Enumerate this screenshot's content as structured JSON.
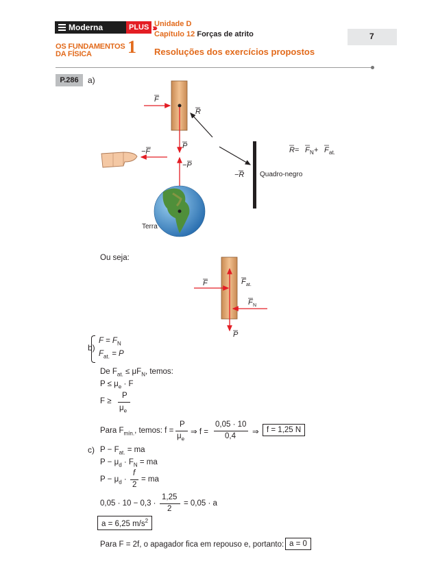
{
  "header": {
    "brand": "Moderna",
    "brand_plus": "PLUS",
    "unit": "Unidade D",
    "chapter_label": "Capítulo 12",
    "chapter_title": "Forças de atrito",
    "book_line1": "OS FUNDAMENTOS",
    "book_line2": "DA FÍSICA",
    "volume": "1",
    "section": "Resoluções dos exercícios propostos",
    "page_number": "7"
  },
  "problem": {
    "label": "P.286",
    "part_a": "a)",
    "part_b": "b)",
    "part_c": "c)"
  },
  "figure1": {
    "label_F": "F",
    "label_R": "R",
    "label_P": "P",
    "label_minus_F": "−F",
    "label_minus_P": "−P",
    "label_minus_R": "−R",
    "board_label": "Quadro-negro",
    "earth_label": "Terra",
    "equation_lhs": "R",
    "equation_eq": " = ",
    "equation_FN": "F",
    "equation_N": "N",
    "equation_plus": " + ",
    "equation_Fat": "F",
    "equation_at": "at."
  },
  "figure2": {
    "intro": "Ou seja:",
    "label_F": "F",
    "label_Fat": "F",
    "label_Fat_sub": "at.",
    "label_FN": "F",
    "label_FN_sub": "N",
    "label_P": "P"
  },
  "part_b": {
    "sys1": "F = F",
    "sys1_sub": "N",
    "sys2": "F",
    "sys2_sub": "at.",
    "sys2_rest": " = P",
    "line1": "De F",
    "line1_sub": "at.",
    "line1_mid": " ≤ μF",
    "line1_sub2": "N",
    "line1_end": ", temos:",
    "line2": "P ≤ μ",
    "line2_sub": "e",
    "line2_end": " · F",
    "line3_lhs": "F ≥",
    "line3_num": "P",
    "line3_den": "μ",
    "line3_den_sub": "e",
    "line4_a": "Para F",
    "line4_sub": "mín.",
    "line4_b": ", temos: f =",
    "line4_num1": "P",
    "line4_den1": "μ",
    "line4_den1_sub": "e",
    "line4_arrow1": "⇒ f =",
    "line4_num2": "0,05 · 10",
    "line4_den2": "0,4",
    "line4_arrow2": "⇒",
    "line4_result": "f = 1,25 N"
  },
  "part_c": {
    "l1": "P − F",
    "l1_sub": "at.",
    "l1_end": " = ma",
    "l2": "P − μ",
    "l2_sub": "d",
    "l2_mid": " · F",
    "l2_sub2": "N",
    "l2_end": " = ma",
    "l3": "P − μ",
    "l3_sub": "d",
    "l3_mid": " ·",
    "l3_num": "f",
    "l3_den": "2",
    "l3_end": "= ma",
    "l4": "0,05 · 10 − 0,3 ·",
    "l4_num": "1,25",
    "l4_den": "2",
    "l4_end": "= 0,05 · a",
    "l5": "a = 6,25 m/s",
    "l5_sup": "2",
    "l6": "Para F = 2f, o apagador fica em repouso e, portanto:",
    "l6_result": "a = 0"
  },
  "colors": {
    "accent": "#e26a1b",
    "arrow": "#e31d24",
    "eraser": "#e0a36a",
    "earth_ocean": "#4a90c8"
  }
}
